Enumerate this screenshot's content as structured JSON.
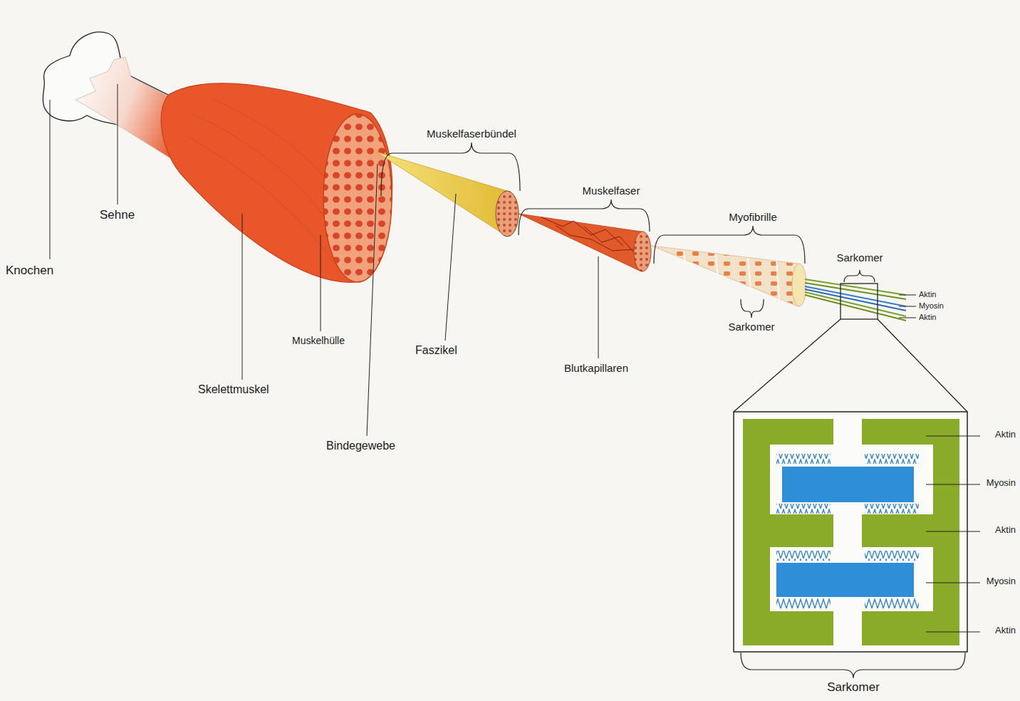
{
  "diagram": {
    "labels": [
      "Knochen",
      "Sehne",
      "Skelettmuskel",
      "Muskelhülle",
      "Bindegewebe",
      "Muskelfaserbündel",
      "Faszikel",
      "Muskelfaser",
      "Blutkapillaren",
      "Myofibrille",
      "Sarkomer",
      "Sarkomer",
      "Aktin",
      "Myosin",
      "Aktin",
      "Aktin",
      "Myosin",
      "Aktin",
      "Myosin",
      "Aktin",
      "Sarkomer"
    ]
  }
}
